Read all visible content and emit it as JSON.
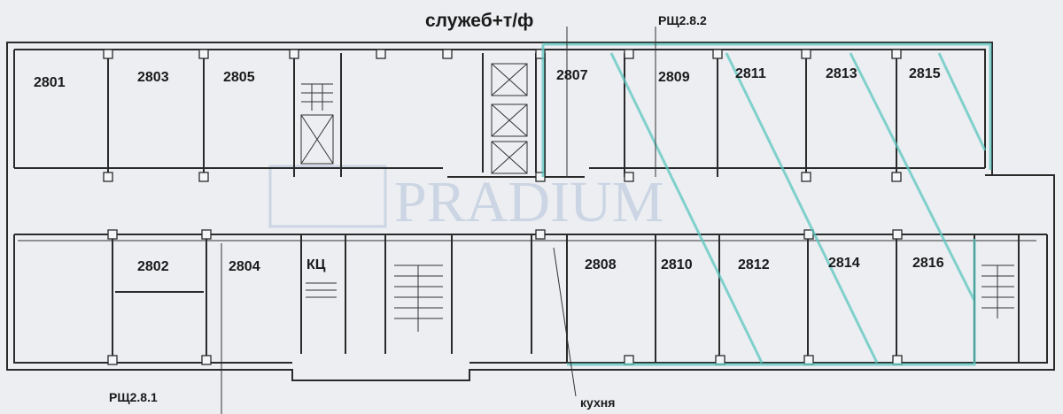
{
  "annotations": {
    "top_label": "служеб+т/ф",
    "panel_top": "РЩ2.8.2",
    "panel_bottom": "РЩ2.8.1",
    "kitchen": "кухня"
  },
  "rooms_north": [
    "2801",
    "2803",
    "2805",
    "2807",
    "2809",
    "2811",
    "2813",
    "2815"
  ],
  "rooms_south": [
    "2802",
    "2804",
    "КЦ",
    "2808",
    "2810",
    "2812",
    "2814",
    "2816"
  ],
  "watermark": "PRADIUM",
  "colors": {
    "highlight": "#5cc6c0",
    "lines": "#2a2a2a",
    "paper": "#eceef2"
  }
}
